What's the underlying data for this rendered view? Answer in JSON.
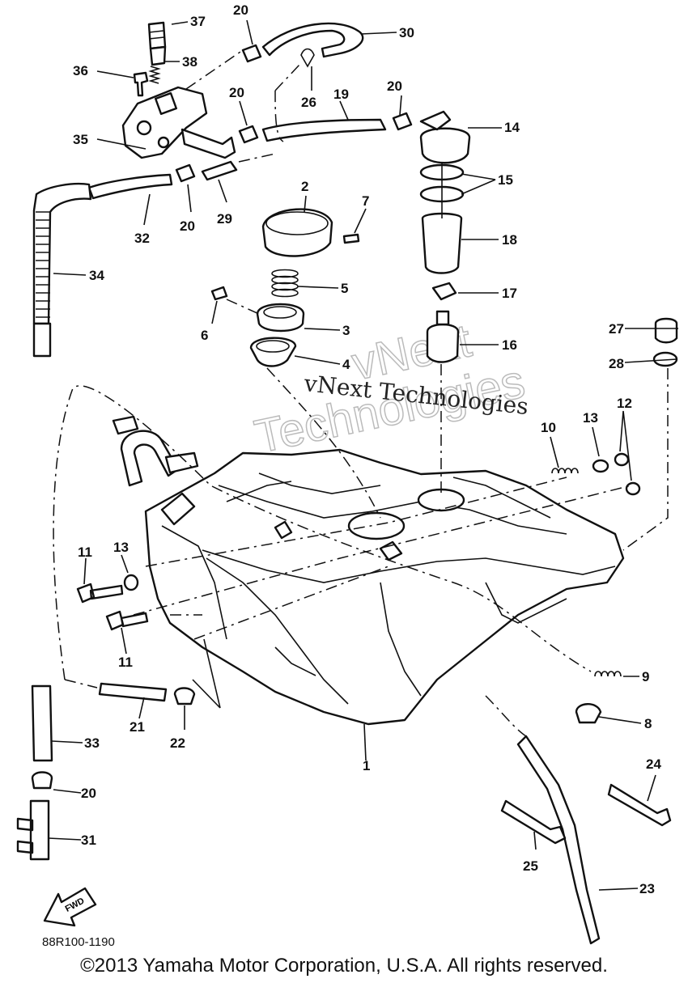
{
  "diagram": {
    "drawing_code": "88R100-1190",
    "copyright": "©2013 Yamaha Motor Corporation, U.S.A. All rights reserved.",
    "watermark": {
      "line1": "vNext Technologies",
      "line2": "vNext",
      "line3": "Technologies"
    },
    "callouts": [
      {
        "id": "c1",
        "label": "1"
      },
      {
        "id": "c2",
        "label": "2"
      },
      {
        "id": "c3",
        "label": "3"
      },
      {
        "id": "c4",
        "label": "4"
      },
      {
        "id": "c5",
        "label": "5"
      },
      {
        "id": "c6",
        "label": "6"
      },
      {
        "id": "c7",
        "label": "7"
      },
      {
        "id": "c8",
        "label": "8"
      },
      {
        "id": "c9",
        "label": "9"
      },
      {
        "id": "c10",
        "label": "10"
      },
      {
        "id": "c11a",
        "label": "11"
      },
      {
        "id": "c11b",
        "label": "11"
      },
      {
        "id": "c12",
        "label": "12"
      },
      {
        "id": "c13a",
        "label": "13"
      },
      {
        "id": "c13b",
        "label": "13"
      },
      {
        "id": "c14",
        "label": "14"
      },
      {
        "id": "c15",
        "label": "15"
      },
      {
        "id": "c16",
        "label": "16"
      },
      {
        "id": "c17",
        "label": "17"
      },
      {
        "id": "c18",
        "label": "18"
      },
      {
        "id": "c19",
        "label": "19"
      },
      {
        "id": "c20a",
        "label": "20"
      },
      {
        "id": "c20b",
        "label": "20"
      },
      {
        "id": "c20c",
        "label": "20"
      },
      {
        "id": "c20d",
        "label": "20"
      },
      {
        "id": "c20e",
        "label": "20"
      },
      {
        "id": "c21",
        "label": "21"
      },
      {
        "id": "c22",
        "label": "22"
      },
      {
        "id": "c23",
        "label": "23"
      },
      {
        "id": "c24",
        "label": "24"
      },
      {
        "id": "c25",
        "label": "25"
      },
      {
        "id": "c26",
        "label": "26"
      },
      {
        "id": "c27",
        "label": "27"
      },
      {
        "id": "c28",
        "label": "28"
      },
      {
        "id": "c29",
        "label": "29"
      },
      {
        "id": "c30",
        "label": "30"
      },
      {
        "id": "c31",
        "label": "31"
      },
      {
        "id": "c32",
        "label": "32"
      },
      {
        "id": "c33",
        "label": "33"
      },
      {
        "id": "c34",
        "label": "34"
      },
      {
        "id": "c35",
        "label": "35"
      },
      {
        "id": "c36",
        "label": "36"
      },
      {
        "id": "c37",
        "label": "37"
      },
      {
        "id": "c38",
        "label": "38"
      }
    ],
    "fwd_arrow_label": "FWD"
  }
}
